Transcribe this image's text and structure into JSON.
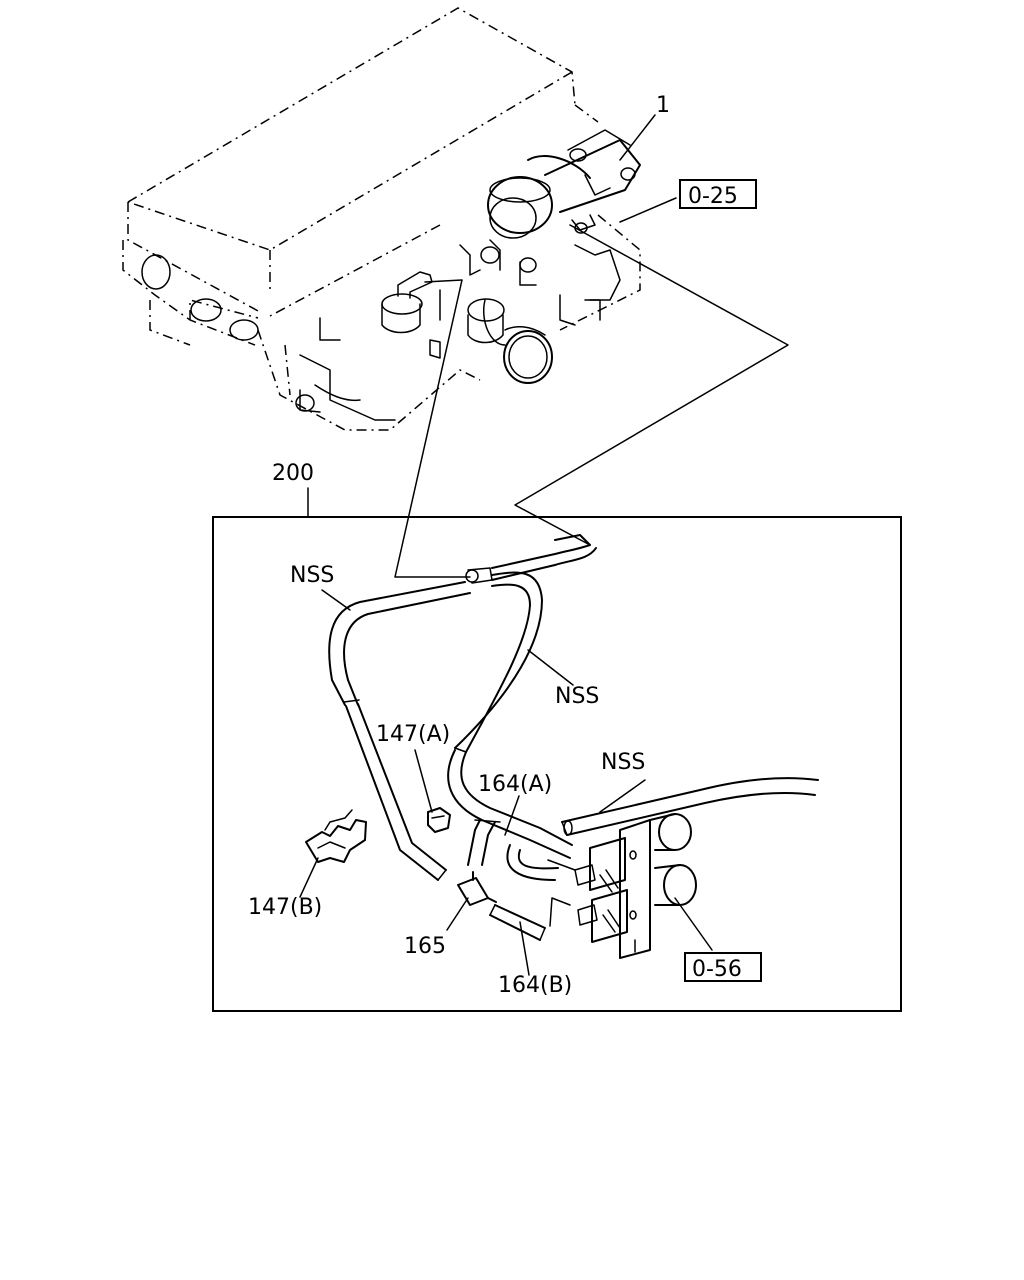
{
  "labels": {
    "part_1": "1",
    "ref_0_25": "0-25",
    "part_200": "200",
    "nss_1": "NSS",
    "nss_2": "NSS",
    "nss_3": "NSS",
    "part_147a": "147(A)",
    "part_164a": "164(A)",
    "part_147b": "147(B)",
    "part_165": "165",
    "part_164b": "164(B)",
    "ref_0_56": "0-56"
  }
}
